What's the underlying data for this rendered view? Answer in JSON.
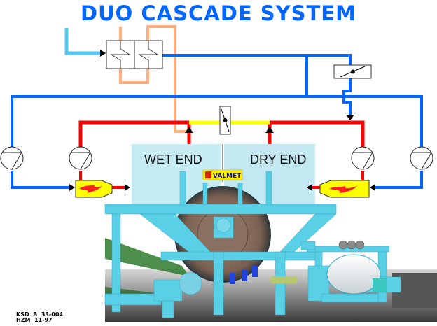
{
  "title": "DUO CASCADE SYSTEM",
  "colors": {
    "title": "#0066ff",
    "cold_water": "#55c8f0",
    "supply_blue": "#0066ff",
    "hot_red": "#ff0000",
    "exhaust_orange": "#ffb080",
    "crossover_yellow": "#ffff00",
    "hood_light": "#c8ecf4",
    "frame_cyan": "#5ad0e6",
    "burner_yellow": "#ffff00"
  },
  "labels": {
    "wet_end": "WET END",
    "dry_end": "DRY END",
    "brand": "VALMET"
  },
  "doc_code": {
    "line1": "KSD  B  33-004",
    "line2": "HZM  11-97"
  },
  "components": {
    "heat_exchangers": 2,
    "circulation_fans": 4,
    "burners": 2,
    "dampers": 2
  }
}
